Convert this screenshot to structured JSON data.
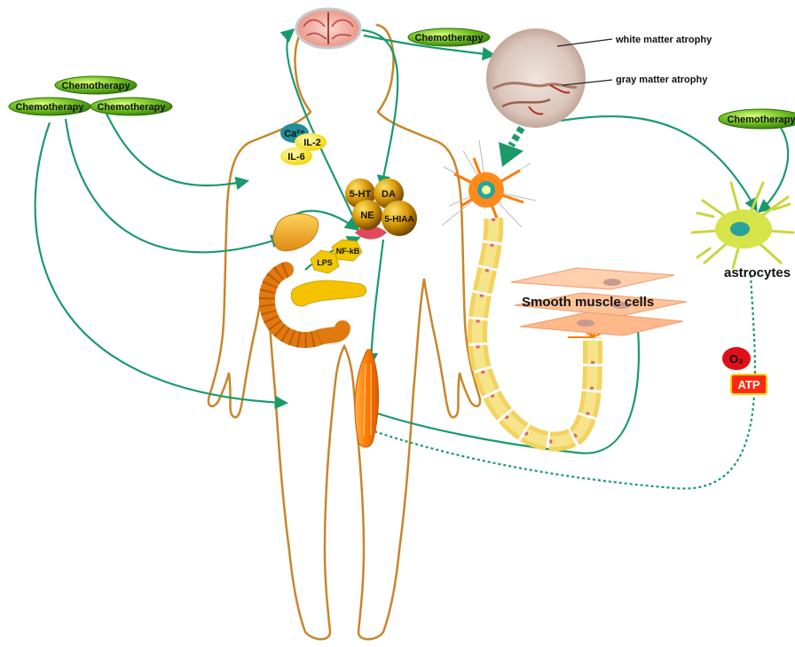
{
  "labels": {
    "chemo_1": "Chemotherapy",
    "chemo_2": "Chemotherapy",
    "chemo_3": "Chemotherapy",
    "chemo_4": "Chemotherapy",
    "chemo_5": "Chemotherapy",
    "white_matter": "white matter atrophy",
    "gray_matter": "gray matter atrophy",
    "ca": "Ca²⁺",
    "il2": "IL-2",
    "il6": "IL-6",
    "ht": "5-HT",
    "da": "DA",
    "ne": "NE",
    "hiaa": "5-HIAA",
    "nfkb": "NF-kB",
    "lps": "LPS",
    "smooth_muscle": "Smooth muscle cells",
    "astrocytes": "astrocytes",
    "o2": "O₂",
    "atp": "ATP"
  },
  "colors": {
    "arrow": "#1a9a6a",
    "body_outline": "#c8862a",
    "chemo_fill": "#3f8f12",
    "chemo_highlight": "#b9f05a",
    "neuron": "#ff7a00",
    "astrocyte": "#c9d640",
    "muscle": "#ff8a1c",
    "o2_fill": "#e0101a",
    "atp_fill": "#ff2a10"
  },
  "icons": [
    "brain-icon",
    "brain-tissue-image",
    "liver-icon",
    "intestine-icon",
    "pancreas-icon",
    "muscle-icon",
    "neuron-icon",
    "astrocyte-icon",
    "smooth-muscle-cells-icon"
  ]
}
